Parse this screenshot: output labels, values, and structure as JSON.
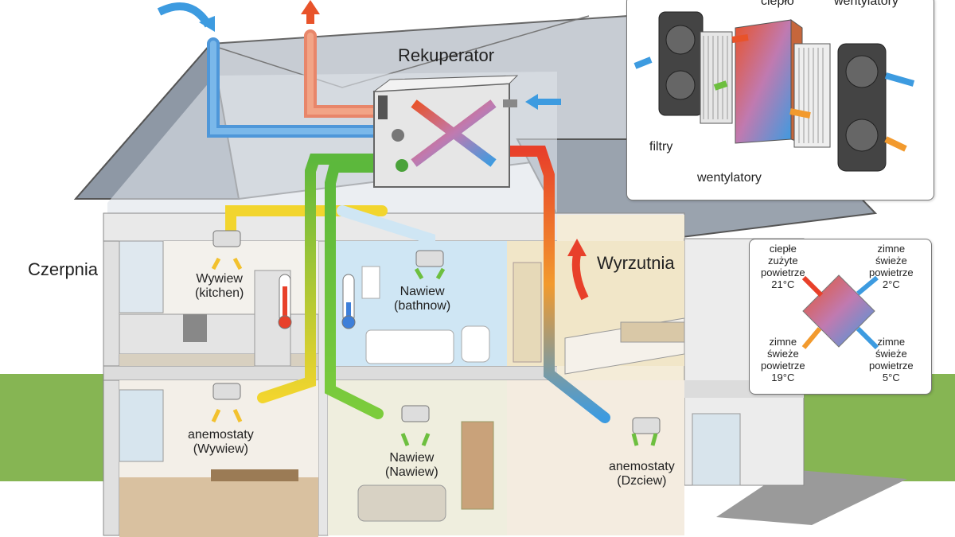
{
  "colors": {
    "sky": "#ffffff",
    "grass": "#7fae4f",
    "roof": "#8c96a3",
    "wall": "#f2f2f2",
    "warm_air": "#e8532a",
    "cold_air": "#3d9be0",
    "fresh_air": "#6dbf3f",
    "exhaust_air": "#f2c12e"
  },
  "labels": {
    "rekuperator": "Rekuperator",
    "czerpnia": "Czerpnia",
    "wyrzutnia": "Wyrzutnia",
    "wywiew_kitchen": [
      "Wywiew",
      "(kitchen)"
    ],
    "nawiew_bathroom": [
      "Nawiew",
      "(bathnow)"
    ],
    "anemostaty_wywiew": [
      "anemostaty",
      "(Wywiew)"
    ],
    "nawiew_nawiew": [
      "Nawiew",
      "(Nawiew)"
    ],
    "anemostaty_dziew": [
      "anemostaty",
      "(Dzciew)"
    ]
  },
  "inset": {
    "label_cieplo": "ciepło",
    "label_wentylatory_top": "wentylatory",
    "label_filtry": "filtry",
    "label_wentylatory_bottom": "wentylatory"
  },
  "legend": {
    "top_left": [
      "ciepłe",
      "zużyte",
      "powietrze",
      "21°C"
    ],
    "top_right": [
      "zimne",
      "świeże",
      "powietrze",
      "2°C"
    ],
    "bottom_left": [
      "zimne",
      "świeże",
      "powietrze",
      "19°C"
    ],
    "bottom_right": [
      "zimne",
      "świeże",
      "powietrze",
      "5°C"
    ]
  },
  "icons": [
    "thermometer-warm-icon",
    "thermometer-cold-icon",
    "diffuser-icon",
    "fan-icon",
    "filter-icon",
    "heat-exchanger-icon"
  ]
}
